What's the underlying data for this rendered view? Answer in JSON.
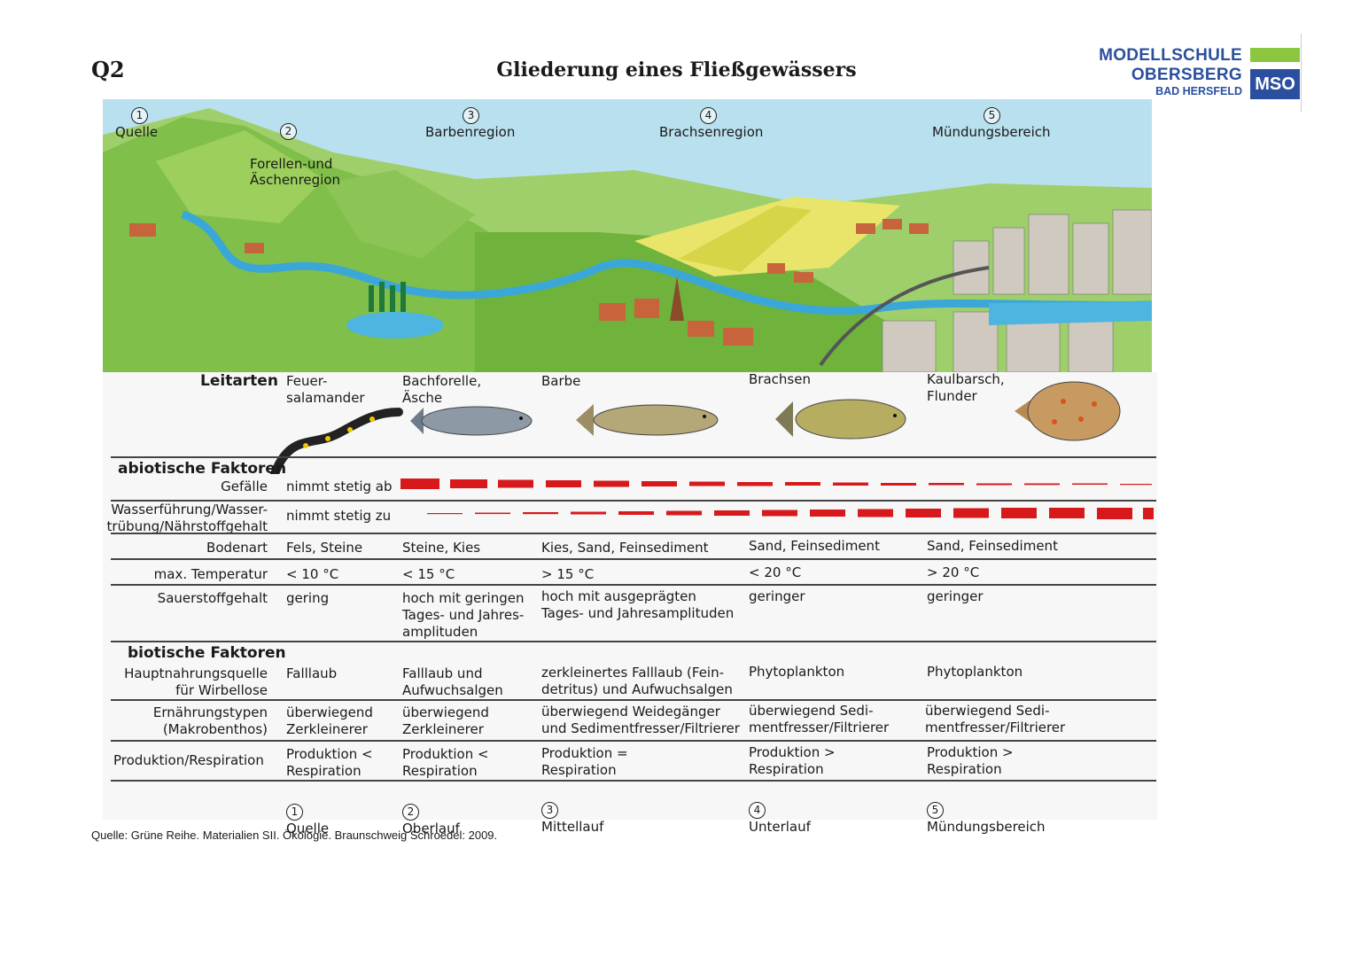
{
  "header": {
    "code": "Q2",
    "title": "Gliederung eines Fließgewässers",
    "logo": {
      "line1": "MODELLSCHULE",
      "line2": "OBERSBERG",
      "line3": "BAD HERSFELD",
      "badge": "MSO"
    }
  },
  "regions": [
    {
      "num": "1",
      "name": "Quelle"
    },
    {
      "num": "2",
      "name": "Forellen-und\nÄschenregion"
    },
    {
      "num": "3",
      "name": "Barbenregion"
    },
    {
      "num": "4",
      "name": "Brachsenregion"
    },
    {
      "num": "5",
      "name": "Mündungsbereich"
    }
  ],
  "table": {
    "leitarten": {
      "label": "Leitarten",
      "values": [
        "Feuer-\nsalamander",
        "Bachforelle,\nÄsche",
        "Barbe",
        "Brachsen",
        "Kaulbarsch,\nFlunder"
      ]
    },
    "abiotic_heading": "abiotische Faktoren",
    "gefaelle": {
      "label": "Gefälle",
      "text": "nimmt stetig ab"
    },
    "wasser": {
      "label": "Wasserführung/Wasser-\ntrübung/Nährstoffgehalt",
      "text": "nimmt stetig zu"
    },
    "bodenart": {
      "label": "Bodenart",
      "values": [
        "Fels, Steine",
        "Steine, Kies",
        "Kies, Sand, Feinsediment",
        "Sand, Feinsediment",
        "Sand, Feinsediment"
      ]
    },
    "temperatur": {
      "label": "max. Temperatur",
      "values": [
        "< 10 °C",
        "< 15 °C",
        "> 15 °C",
        "< 20 °C",
        "> 20 °C"
      ]
    },
    "sauerstoff": {
      "label": "Sauerstoffgehalt",
      "values": [
        "gering",
        "hoch mit geringen\nTages- und Jahres-\namplituden",
        "hoch mit ausgeprägten\nTages- und Jahresamplituden",
        "geringer",
        "geringer"
      ]
    },
    "biotic_heading": "biotische Faktoren",
    "nahrung": {
      "label": "Hauptnahrungsquelle\nfür Wirbellose",
      "values": [
        "Falllaub",
        "Falllaub und\nAufwuchsalgen",
        "zerkleinertes Falllaub (Fein-\ndetritus) und Aufwuchsalgen",
        "Phytoplankton",
        "Phytoplankton"
      ]
    },
    "ernaehrung": {
      "label": "Ernährungstypen\n(Makrobenthos)",
      "values": [
        "überwiegend\nZerkleinerer",
        "überwiegend\nZerkleinerer",
        "überwiegend Weidegänger\nund Sedimentfresser/Filtrierer",
        "überwiegend Sedi-\nmentfresser/Filtrierer",
        "überwiegend Sedi-\nmentfresser/Filtrierer"
      ]
    },
    "produktion": {
      "label": "Produktion/Respiration",
      "values": [
        "Produktion <\nRespiration",
        "Produktion <\nRespiration",
        "Produktion =\nRespiration",
        "Produktion >\nRespiration",
        "Produktion >\nRespiration"
      ]
    },
    "abschnitte": [
      {
        "num": "1",
        "name": "Quelle"
      },
      {
        "num": "2",
        "name": "Oberlauf"
      },
      {
        "num": "3",
        "name": "Mittellauf"
      },
      {
        "num": "4",
        "name": "Unterlauf"
      },
      {
        "num": "5",
        "name": "Mündungsbereich"
      }
    ]
  },
  "source": "Quelle: Grüne Reihe. Materialien SII. Ökologie. Braunschweig Schroedel: 2009.",
  "colors": {
    "dash_red": "#d7191c",
    "logo_blue": "#2b4f9e",
    "logo_green": "#8cc63f"
  }
}
